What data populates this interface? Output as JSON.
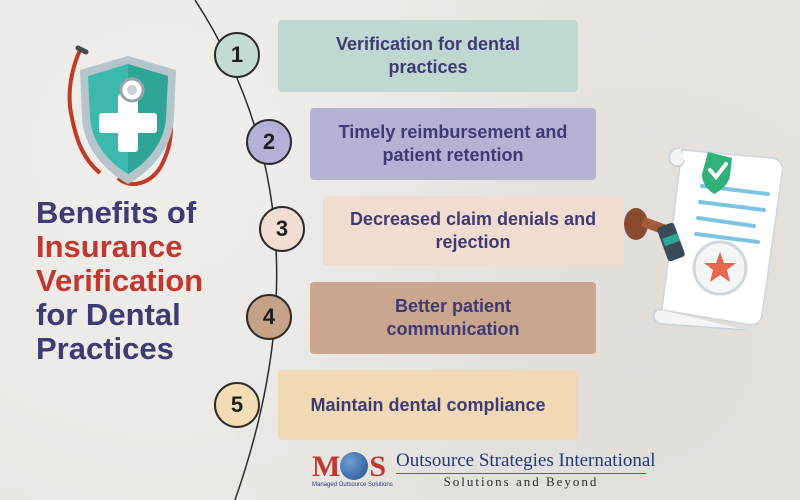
{
  "title": {
    "line1": "Benefits of",
    "line2": "Insurance",
    "line3": "Verification",
    "line4": "for Dental",
    "line5": "Practices"
  },
  "steps": [
    {
      "number": "1",
      "label": "Verification for dental practices",
      "box_color": "#bfd9d2",
      "circle_color": "#c5dcd4"
    },
    {
      "number": "2",
      "label": "Timely reimbursement and patient retention",
      "box_color": "#b5b2d6",
      "circle_color": "#b4b1d8"
    },
    {
      "number": "3",
      "label": "Decreased claim denials and rejection",
      "box_color": "#f1dcd1",
      "circle_color": "#f2ddd3"
    },
    {
      "number": "4",
      "label": "Better patient communication",
      "box_color": "#c9a68d",
      "circle_color": "#c6a287"
    },
    {
      "number": "5",
      "label": "Maintain dental compliance",
      "box_color": "#f2d9b6",
      "circle_color": "#f3dcb6"
    }
  ],
  "icons": {
    "left": "medical-shield-stethoscope-icon",
    "right": "insurance-document-stamp-icon"
  },
  "logo": {
    "mark_left": "M",
    "mark_right": "S",
    "mark_sub": "Managed Outsource Solutions",
    "name": "Outsource Strategies International",
    "tagline": "Solutions and Beyond"
  },
  "colors": {
    "title_navy": "#3e3a73",
    "title_red": "#c2382f"
  }
}
